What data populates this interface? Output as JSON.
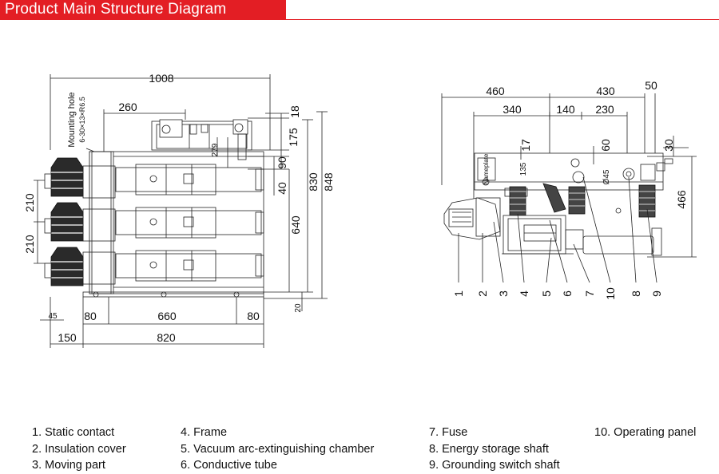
{
  "header": {
    "title": "Product Main Structure Diagram",
    "accent_color": "#e31e24"
  },
  "left_view": {
    "mounting_hole_label": "Mounting hole",
    "mounting_hole_spec": "6-30×13×R6.5",
    "dims": {
      "w1008": "1008",
      "w260": "260",
      "h18": "18",
      "h175": "175",
      "h279": "279",
      "h90": "90",
      "h40": "40",
      "h830": "830",
      "h848": "848",
      "h640": "640",
      "h210a": "210",
      "h210b": "210",
      "h20": "20",
      "w45": "45",
      "w80a": "80",
      "w660": "660",
      "w80b": "80",
      "w150": "150",
      "w820": "820"
    }
  },
  "right_view": {
    "nameplate_label": "Nameplate",
    "dims": {
      "w460": "460",
      "w430": "430",
      "w50": "50",
      "w340": "340",
      "w140": "140",
      "w230": "230",
      "h17": "17",
      "h60": "60",
      "h30": "30",
      "h135": "135",
      "d45": "Ø45",
      "h466": "466"
    },
    "callouts": [
      "1",
      "2",
      "3",
      "4",
      "5",
      "6",
      "7",
      "10",
      "8",
      "9"
    ]
  },
  "legend": {
    "col1": [
      "1. Static contact",
      "2. Insulation cover",
      "3. Moving part"
    ],
    "col2": [
      "4. Frame",
      "5. Vacuum arc-extinguishing chamber",
      "6. Conductive tube"
    ],
    "col3": [
      "7. Fuse",
      "8. Energy storage shaft",
      "9. Grounding switch shaft"
    ],
    "col4": [
      "10. Operating panel"
    ]
  }
}
